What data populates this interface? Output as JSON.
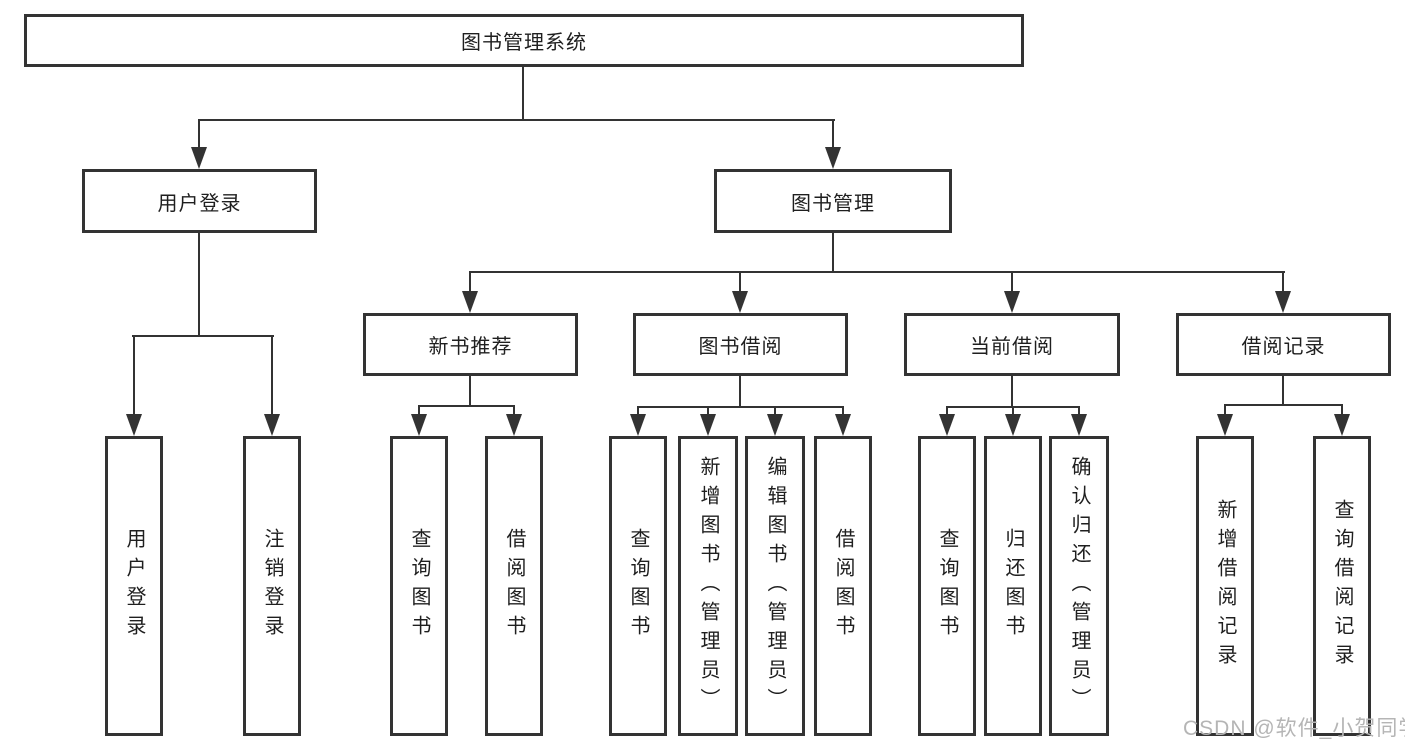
{
  "colors": {
    "background": "#ffffff",
    "line": "#333333",
    "box_border": "#333333",
    "text": "#1f1f1f",
    "watermark": "#b5b5b5"
  },
  "tree": {
    "label": "图书管理系统",
    "children": [
      {
        "label": "用户登录",
        "children": [
          {
            "label": "用户登录"
          },
          {
            "label": "注销登录"
          }
        ]
      },
      {
        "label": "图书管理",
        "children": [
          {
            "label": "新书推荐",
            "children": [
              {
                "label": "查询图书"
              },
              {
                "label": "借阅图书"
              }
            ]
          },
          {
            "label": "图书借阅",
            "children": [
              {
                "label": "查询图书"
              },
              {
                "label": "新增图书（管理员）"
              },
              {
                "label": "编辑图书（管理员）"
              },
              {
                "label": "借阅图书"
              }
            ]
          },
          {
            "label": "当前借阅",
            "children": [
              {
                "label": "查询图书"
              },
              {
                "label": "归还图书"
              },
              {
                "label": "确认归还（管理员）"
              }
            ]
          },
          {
            "label": "借阅记录",
            "children": [
              {
                "label": "新增借阅记录"
              },
              {
                "label": "查询借阅记录"
              }
            ]
          }
        ]
      }
    ]
  },
  "watermark": {
    "text": "CSDN @软件_小贺同学"
  }
}
